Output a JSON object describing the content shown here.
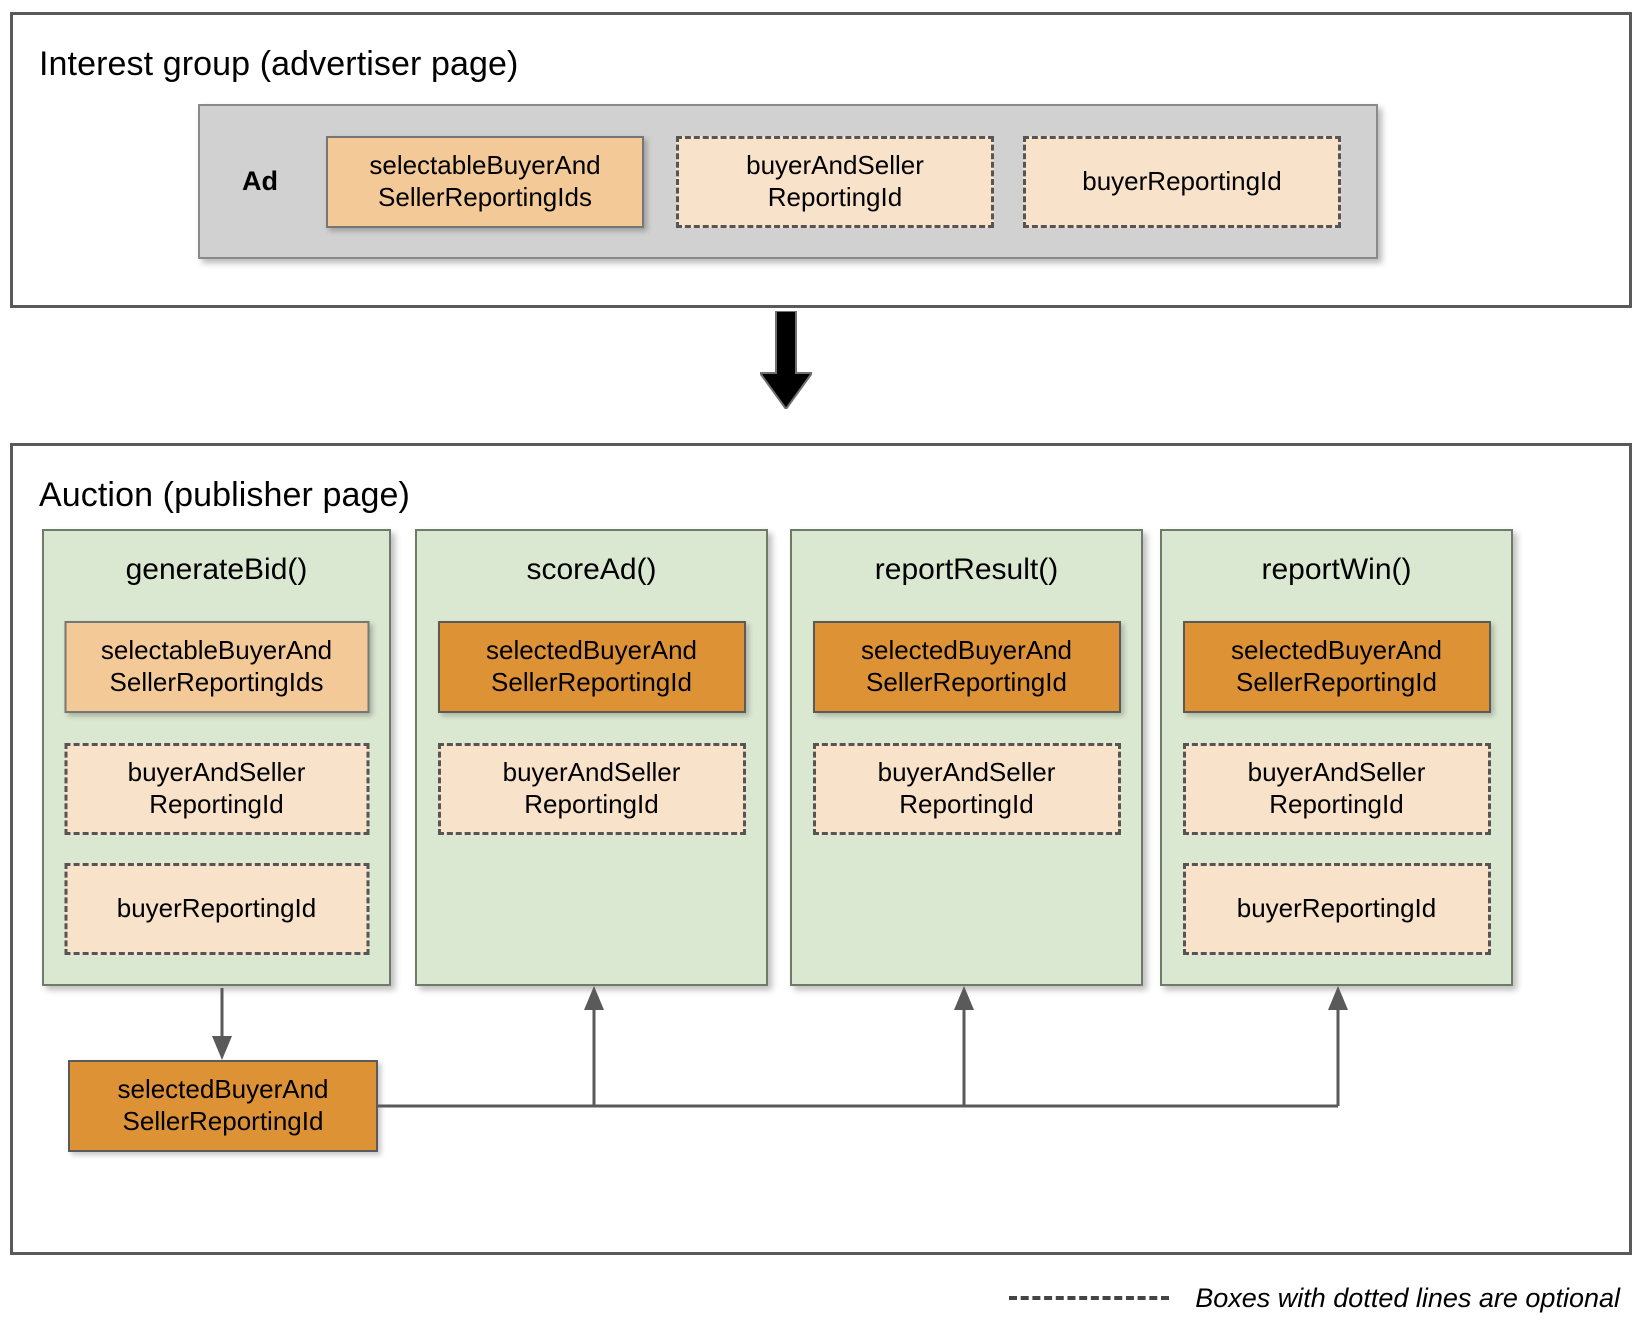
{
  "sections": {
    "interest_group": {
      "title": "Interest group (advertiser page)",
      "ad_label": "Ad",
      "fields": [
        {
          "label": "selectableBuyerAnd\nSellerReportingIds",
          "style": "solid-light",
          "optional": false
        },
        {
          "label": "buyerAndSeller\nReportingId",
          "style": "dashed",
          "optional": true
        },
        {
          "label": "buyerReportingId",
          "style": "dashed",
          "optional": true
        }
      ]
    },
    "auction": {
      "title": "Auction (publisher page)",
      "columns": [
        {
          "name": "generateBid()",
          "fields": [
            {
              "label": "selectableBuyerAnd\nSellerReportingIds",
              "style": "solid-light",
              "optional": false
            },
            {
              "label": "buyerAndSeller\nReportingId",
              "style": "dashed",
              "optional": true
            },
            {
              "label": "buyerReportingId",
              "style": "dashed",
              "optional": true
            }
          ]
        },
        {
          "name": "scoreAd()",
          "fields": [
            {
              "label": "selectedBuyerAnd\nSellerReportingId",
              "style": "solid-dark",
              "optional": false
            },
            {
              "label": "buyerAndSeller\nReportingId",
              "style": "dashed",
              "optional": true
            }
          ]
        },
        {
          "name": "reportResult()",
          "fields": [
            {
              "label": "selectedBuyerAnd\nSellerReportingId",
              "style": "solid-dark",
              "optional": false
            },
            {
              "label": "buyerAndSeller\nReportingId",
              "style": "dashed",
              "optional": true
            }
          ]
        },
        {
          "name": "reportWin()",
          "fields": [
            {
              "label": "selectedBuyerAnd\nSellerReportingId",
              "style": "solid-dark",
              "optional": false
            },
            {
              "label": "buyerAndSeller\nReportingId",
              "style": "dashed",
              "optional": true
            },
            {
              "label": "buyerReportingId",
              "style": "dashed",
              "optional": true
            }
          ]
        }
      ],
      "output_box": {
        "label": "selectedBuyerAnd\nSellerReportingId",
        "style": "solid-dark"
      }
    }
  },
  "legend": {
    "text": "Boxes with dotted lines are optional",
    "sample": "dashed-line"
  },
  "colors": {
    "page_background": "#ffffff",
    "panel_border": "#5a5a5a",
    "ad_container_fill": "#d1d1d1",
    "ad_container_border": "#8a8a8a",
    "function_fill": "#dbe8d1",
    "function_border": "#6f7a68",
    "solid_light_fill": "#f3c997",
    "solid_dark_fill": "#de9236",
    "dashed_fill": "#f8e2ca",
    "dashed_border": "#555555",
    "connector_line": "#5a5a5a",
    "big_arrow": "#000000"
  }
}
